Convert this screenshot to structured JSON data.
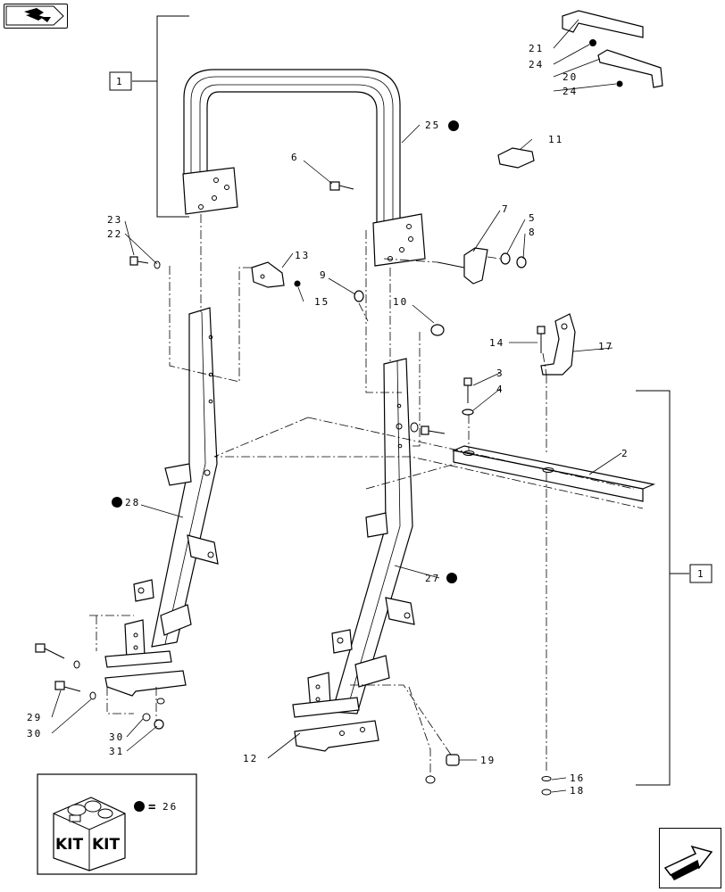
{
  "diagram": {
    "callouts": {
      "c1a": "1",
      "c1b": "1",
      "c2": "2",
      "c3": "3",
      "c4": "4",
      "c5": "5",
      "c6": "6",
      "c7": "7",
      "c8": "8",
      "c9": "9",
      "c10": "10",
      "c11": "11",
      "c12": "12",
      "c13": "13",
      "c14": "14",
      "c15": "15",
      "c16": "16",
      "c17": "17",
      "c18": "18",
      "c19": "19",
      "c20": "20",
      "c21": "21",
      "c22": "22",
      "c23": "23",
      "c24a": "24",
      "c24b": "24",
      "c25": "25",
      "c27": "27",
      "c28": "28",
      "c29": "29",
      "c30a": "30",
      "c30b": "30",
      "c31": "31"
    },
    "legend": {
      "kit_label_left": "KIT",
      "kit_label_right": "KIT",
      "equals": "=",
      "kit_number": "26"
    },
    "icons": {
      "top_nav": "book-arrow-icon",
      "bottom_nav": "next-page-arrow-icon"
    }
  }
}
